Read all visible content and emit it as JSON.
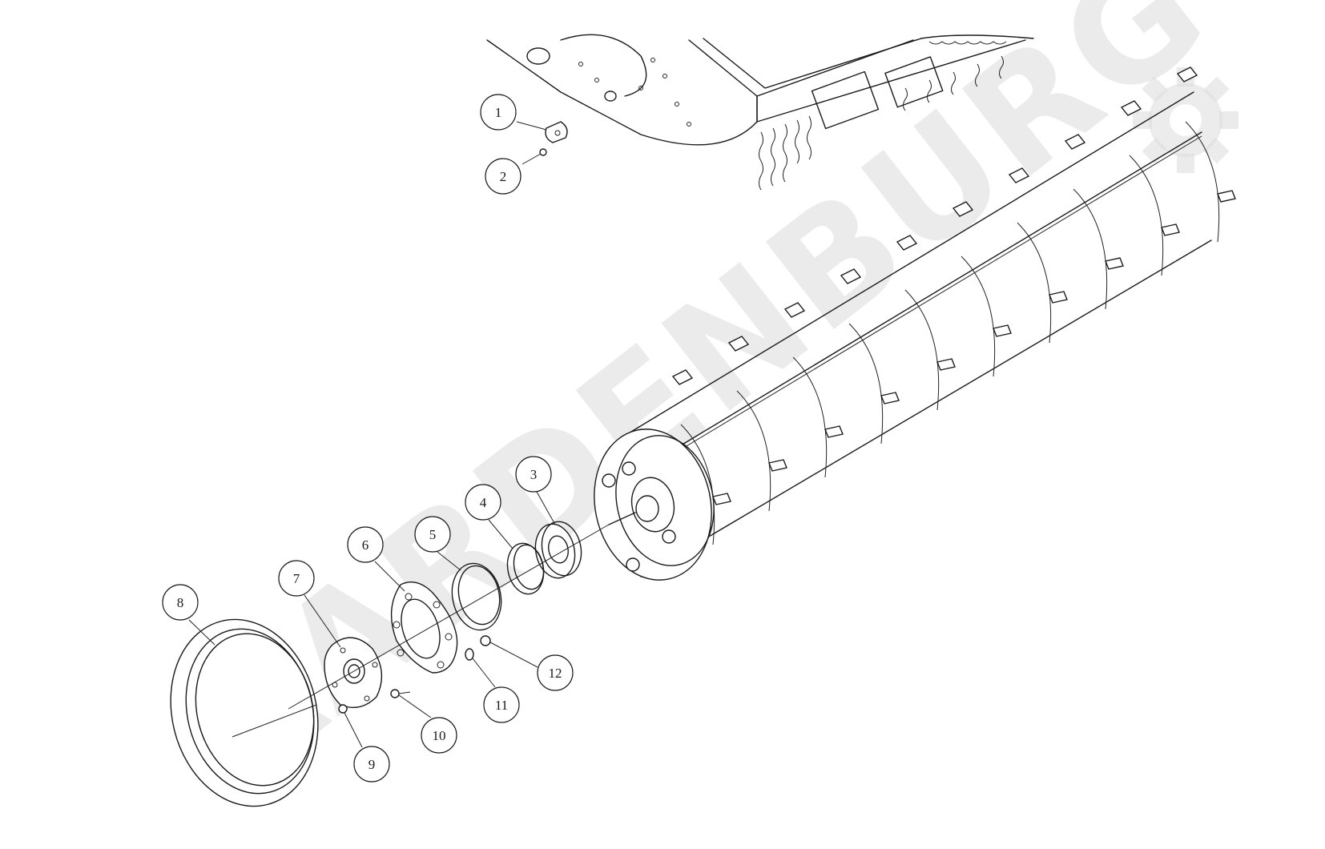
{
  "watermark": {
    "text": "AARDENBURG",
    "color": "#dcdcdc"
  },
  "callouts": [
    {
      "id": "1",
      "label": "1"
    },
    {
      "id": "2",
      "label": "2"
    },
    {
      "id": "3",
      "label": "3"
    },
    {
      "id": "4",
      "label": "4"
    },
    {
      "id": "5",
      "label": "5"
    },
    {
      "id": "6",
      "label": "6"
    },
    {
      "id": "7",
      "label": "7"
    },
    {
      "id": "8",
      "label": "8"
    },
    {
      "id": "9",
      "label": "9"
    },
    {
      "id": "10",
      "label": "10"
    },
    {
      "id": "11",
      "label": "11"
    },
    {
      "id": "12",
      "label": "12"
    }
  ]
}
